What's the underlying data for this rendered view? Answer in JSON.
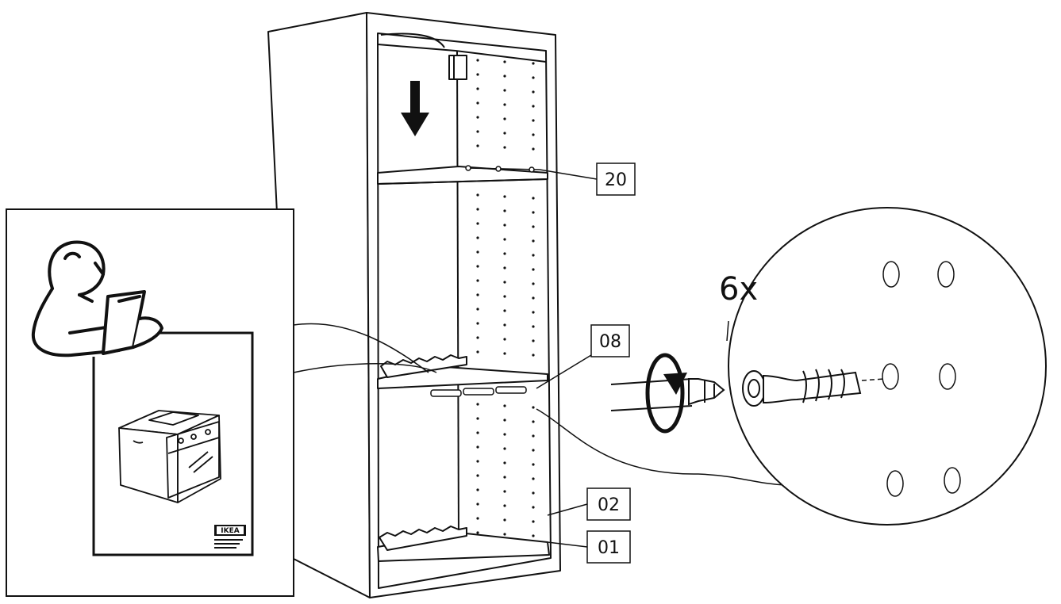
{
  "callouts": {
    "shelf_top": "20",
    "shelf_mid": "08",
    "side_panel": "02",
    "base_panel": "01"
  },
  "quantity": "6x",
  "manual_logo": {
    "brand": "IKEA"
  },
  "icons": {
    "reader": "person-reading-manual-icon",
    "oven": "built-in-oven-icon",
    "arrow": "arrow-down-icon",
    "rotate": "rotate-clockwise-icon",
    "screwdriver": "screwdriver-icon",
    "peg": "shelf-support-peg-icon"
  }
}
